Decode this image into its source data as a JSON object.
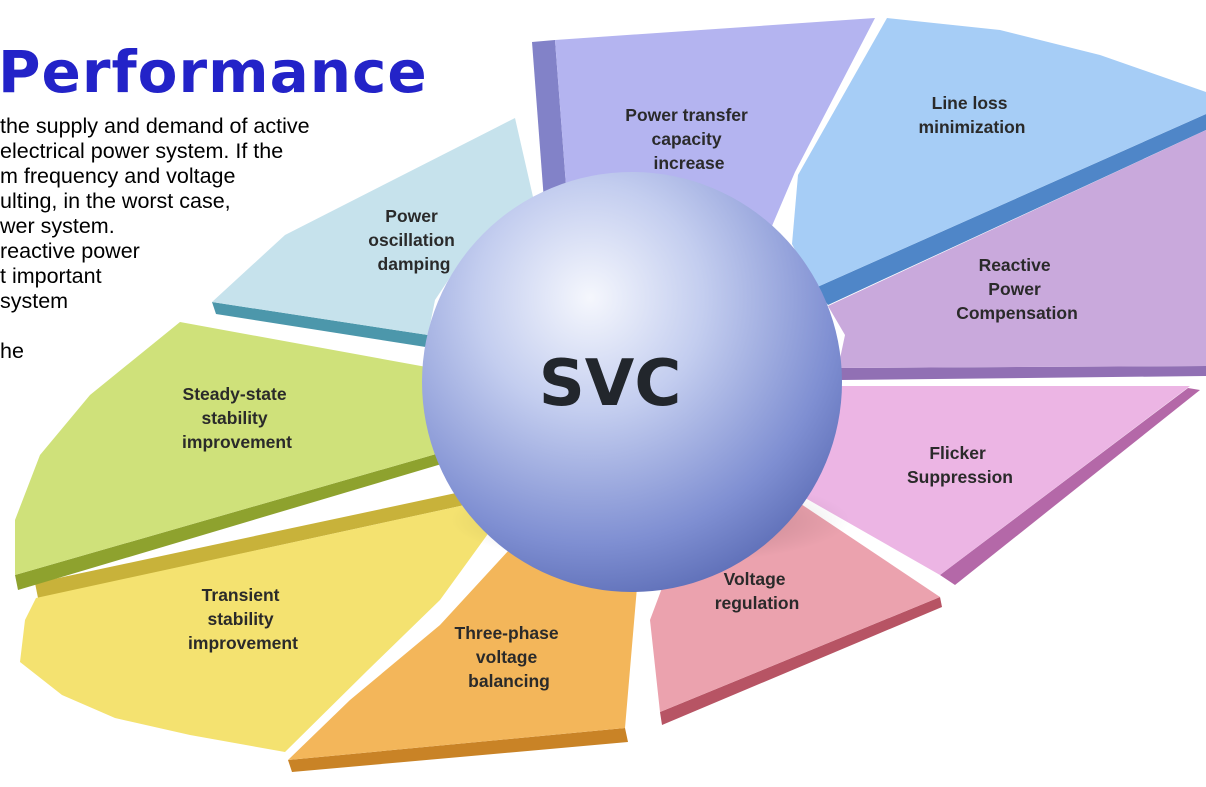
{
  "heading": "Performance",
  "body_lines": [
    "the supply and demand of active",
    " electrical power system. If the",
    "m frequency and voltage",
    "ulting, in the worst case,",
    "wer system.",
    "reactive power",
    "t important",
    "system",
    "",
    "he"
  ],
  "hub": {
    "label": "SVC"
  },
  "segments": [
    {
      "id": "power-transfer",
      "lines": [
        "Power transfer",
        "capacity",
        "increase"
      ],
      "fill": "#b4b4f0",
      "edge": "#8282c8"
    },
    {
      "id": "line-loss",
      "lines": [
        "Line loss",
        "minimization"
      ],
      "fill": "#a6cdf6",
      "edge": "#4f86c8"
    },
    {
      "id": "reactive-power",
      "lines": [
        "Reactive",
        "Power",
        "Compensation"
      ],
      "fill": "#c9a9dc",
      "edge": "#9170b4"
    },
    {
      "id": "flicker",
      "lines": [
        "Flicker",
        "Suppression"
      ],
      "fill": "#ecb5e4",
      "edge": "#b468a8"
    },
    {
      "id": "voltage-regulation",
      "lines": [
        "Voltage",
        "regulation"
      ],
      "fill": "#eba2ae",
      "edge": "#b75464"
    },
    {
      "id": "three-phase",
      "lines": [
        "Three-phase",
        "voltage",
        "balancing"
      ],
      "fill": "#f3b65a",
      "edge": "#c98326"
    },
    {
      "id": "transient",
      "lines": [
        "Transient",
        "stability",
        "improvement"
      ],
      "fill": "#f4e270",
      "edge": "#c8b23a"
    },
    {
      "id": "steady-state",
      "lines": [
        "Steady-state",
        "stability",
        "improvement"
      ],
      "fill": "#cfe17a",
      "edge": "#8ea22e"
    },
    {
      "id": "power-oscillation",
      "lines": [
        "Power",
        "oscillation",
        "damping"
      ],
      "fill": "#c6e2ec",
      "edge": "#4c97ab"
    }
  ]
}
